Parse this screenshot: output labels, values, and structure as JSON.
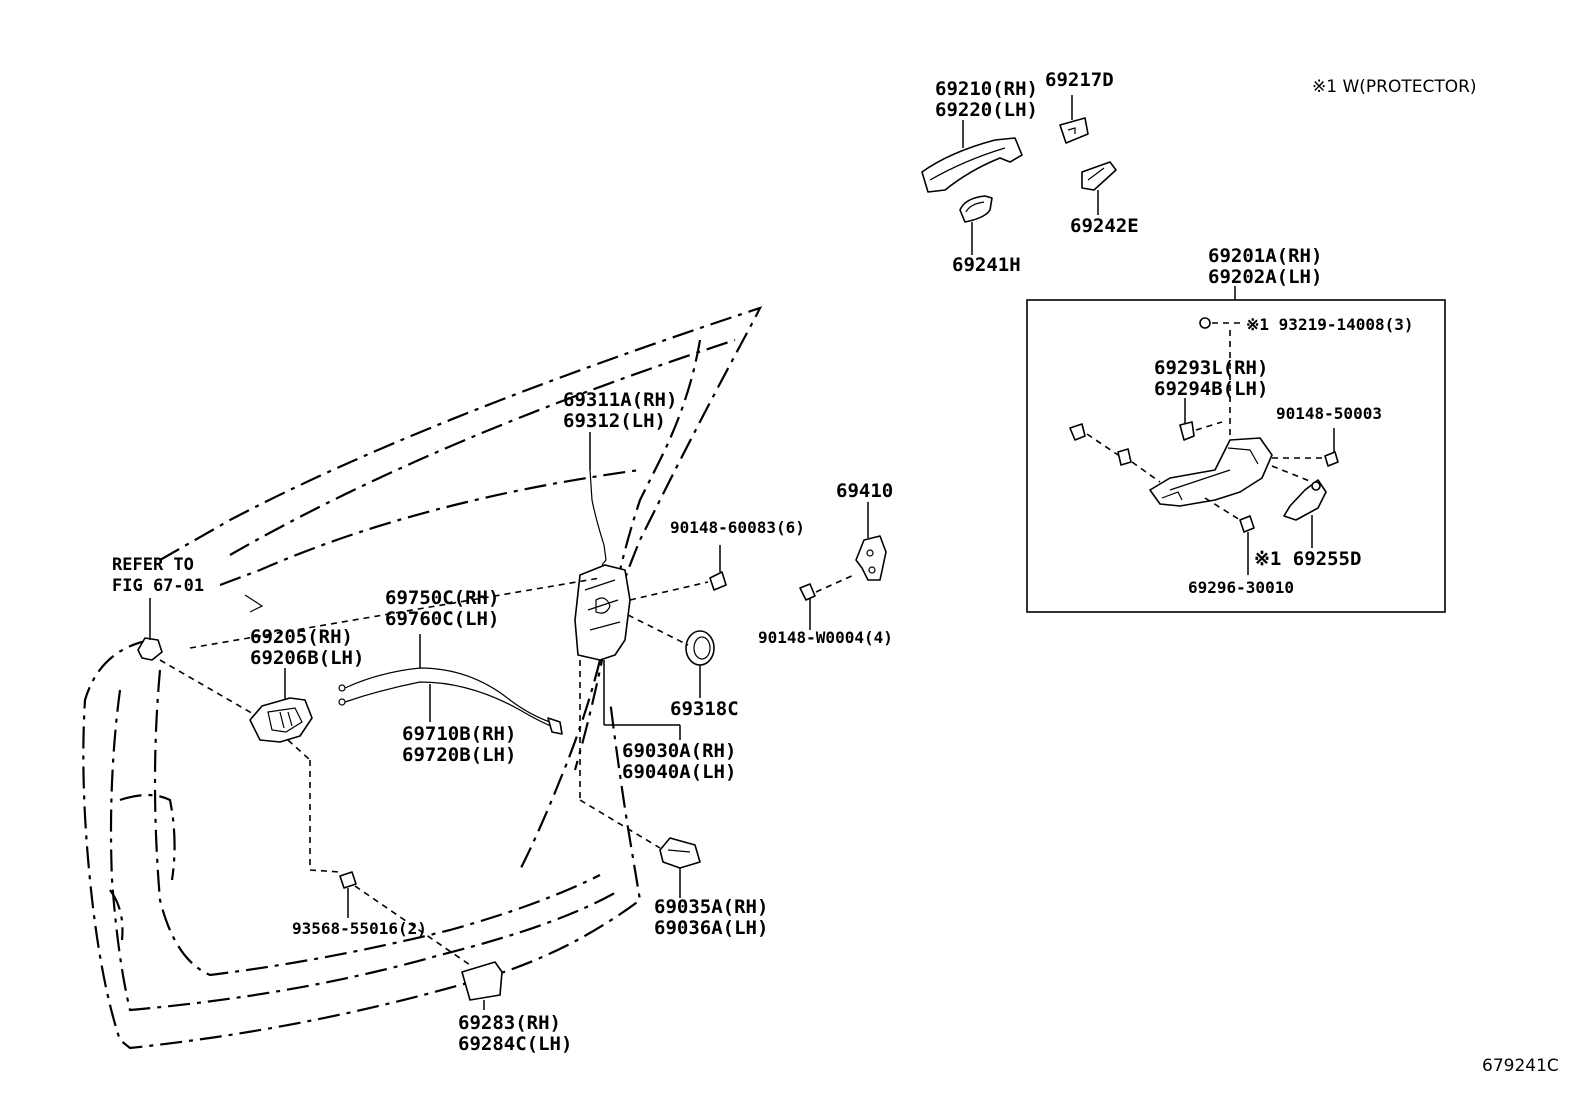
{
  "note": "※1 W(PROTECTOR)",
  "figure_code": "679241C",
  "callouts": {
    "p69210": [
      "69210(RH)",
      "69220(LH)"
    ],
    "p69217": [
      "69217D"
    ],
    "p69241": [
      "69241H"
    ],
    "p69242": [
      "69242E"
    ],
    "p69201": [
      "69201A(RH)",
      "69202A(LH)"
    ],
    "p93219": [
      "※1 93219-14008(3)"
    ],
    "p69293": [
      "69293L(RH)",
      "69294B(LH)"
    ],
    "p90148_50003": [
      "90148-50003"
    ],
    "p69255": [
      "※1 69255D"
    ],
    "p69296": [
      "69296-30010"
    ],
    "p69410": [
      "69410"
    ],
    "p90148_60083": [
      "90148-60083(6)"
    ],
    "p90148_w0004": [
      "90148-W0004(4)"
    ],
    "p69311": [
      "69311A(RH)",
      "69312(LH)"
    ],
    "p69318": [
      "69318C"
    ],
    "p69030": [
      "69030A(RH)",
      "69040A(LH)"
    ],
    "p69035": [
      "69035A(RH)",
      "69036A(LH)"
    ],
    "p69283": [
      "69283(RH)",
      "69284C(LH)"
    ],
    "p93568": [
      "93568-55016(2)"
    ],
    "p69750": [
      "69750C(RH)",
      "69760C(LH)"
    ],
    "p69710": [
      "69710B(RH)",
      "69720B(LH)"
    ],
    "p69205": [
      "69205(RH)",
      "69206B(LH)"
    ],
    "refer": [
      "REFER TO",
      "FIG 67-01"
    ]
  }
}
